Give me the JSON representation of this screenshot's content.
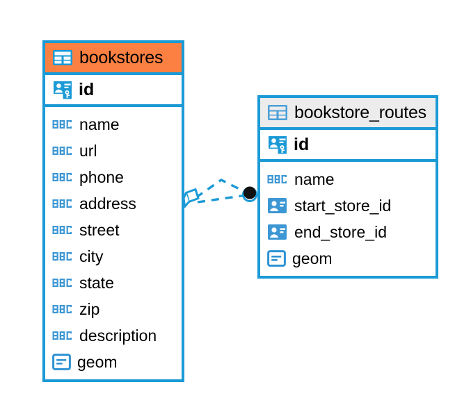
{
  "diagram": {
    "type": "entity-relationship-diagram",
    "background": "#ffffff",
    "accent_blue": "#1b9ad6",
    "accent_orange": "#fb8042",
    "accent_gray": "#ececec",
    "text_color": "#000000"
  },
  "tables": [
    {
      "name": "bookstores",
      "header_color": "#fb8042",
      "table_icon": "table-icon",
      "primary_key": {
        "label": "id",
        "icon": "primary-key-icon"
      },
      "fields": [
        {
          "label": "name",
          "icon": "abc-text-icon",
          "type": "text"
        },
        {
          "label": "url",
          "icon": "abc-text-icon",
          "type": "text"
        },
        {
          "label": "phone",
          "icon": "abc-text-icon",
          "type": "text"
        },
        {
          "label": "address",
          "icon": "abc-text-icon",
          "type": "text"
        },
        {
          "label": "street",
          "icon": "abc-text-icon",
          "type": "text"
        },
        {
          "label": "city",
          "icon": "abc-text-icon",
          "type": "text"
        },
        {
          "label": "state",
          "icon": "abc-text-icon",
          "type": "text"
        },
        {
          "label": "zip",
          "icon": "abc-text-icon",
          "type": "text"
        },
        {
          "label": "description",
          "icon": "abc-text-icon",
          "type": "text"
        },
        {
          "label": "geom",
          "icon": "geometry-icon",
          "type": "geometry"
        }
      ]
    },
    {
      "name": "bookstore_routes",
      "header_color": "#ececec",
      "table_icon": "table-icon",
      "primary_key": {
        "label": "id",
        "icon": "primary-key-icon"
      },
      "fields": [
        {
          "label": "name",
          "icon": "abc-text-icon",
          "type": "text"
        },
        {
          "label": "start_store_id",
          "icon": "foreign-key-icon",
          "type": "foreign-key"
        },
        {
          "label": "end_store_id",
          "icon": "foreign-key-icon",
          "type": "foreign-key"
        },
        {
          "label": "geom",
          "icon": "geometry-icon",
          "type": "geometry"
        }
      ]
    }
  ],
  "relationship": {
    "source_marker": "polygon-shape-icon",
    "target_marker": "filled-circle-icon",
    "line_style": "dashed",
    "line_color": "#1b9ad6"
  }
}
